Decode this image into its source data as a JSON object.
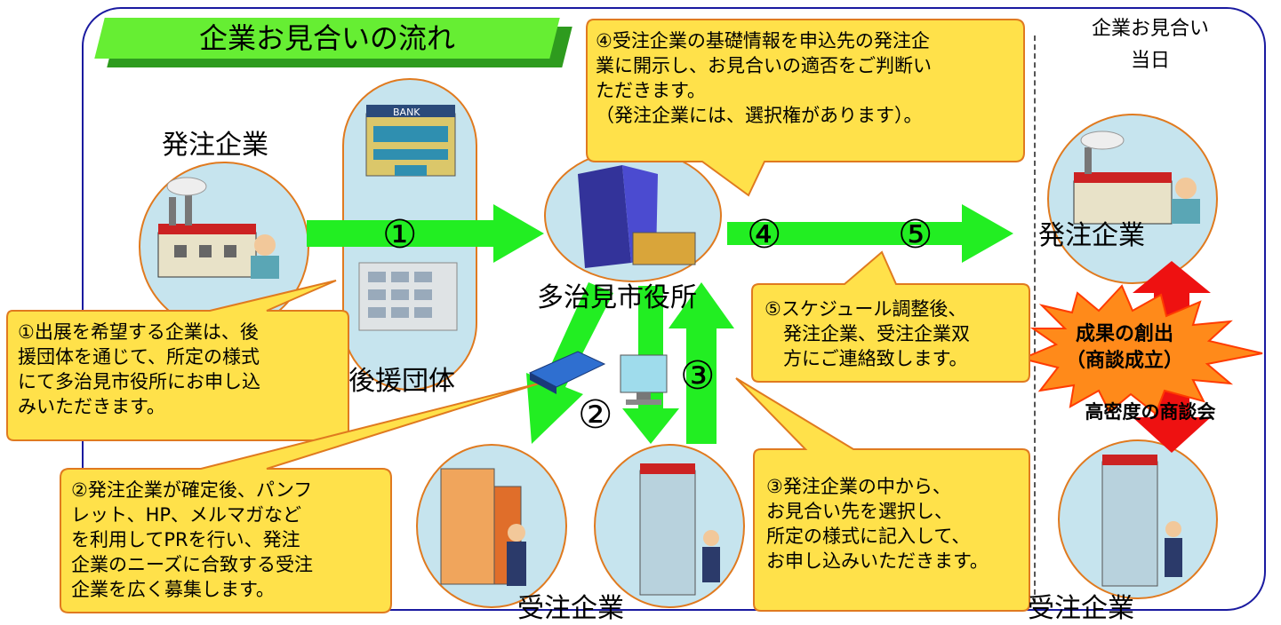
{
  "title": "企業お見合いの流れ",
  "labels": {
    "ordering_company": "発注企業",
    "supporting_orgs": "後援団体",
    "city_hall": "多治見市役所",
    "receiving_company": "受注企業",
    "meeting_day_line1": "企業お見合い",
    "meeting_day_line2": "当日",
    "right_ordering_company": "発注企業",
    "right_receiving_company": "受注企業",
    "high_density_meeting": "高密度の商談会",
    "bank_sign": "BANK"
  },
  "step_numbers": [
    "①",
    "②",
    "③",
    "④",
    "⑤"
  ],
  "callouts": {
    "step1": "①出展を希望する企業は、後\n援団体を通じて、所定の様式\nにて多治見市役所にお申し込\nみいただきます。",
    "step2": "②発注企業が確定後、パンフ\nレット、HP、メルマガなど\nを利用してPRを行い、発注\n企業のニーズに合致する受注\n企業を広く募集します。",
    "step3": "③発注企業の中から、\nお見合い先を選択し、\n所定の様式に記入して、\nお申し込みいただきます。",
    "step4": "④受注企業の基礎情報を申込先の発注企\n業に開示し、お見合いの適否をご判断い\nただきます。\n（発注企業には、選択権があります）。",
    "step5": "⑤スケジュール調整後、\n　発注企業、受注企業双\n　方にご連絡致します。"
  },
  "result": "成果の創出\n（商談成立）",
  "colors": {
    "arrow_green": "#22ee22",
    "callout_fill": "#ffe14a",
    "callout_border": "#e07a1f",
    "circle_fill": "#c6e4ee",
    "frame_border": "#1a1aa0",
    "burst_orange": "#ff8a1a",
    "red_arrow": "#ee1111"
  },
  "icons": [
    "factory-icon",
    "bank-icon",
    "office-building-icon",
    "city-hall-building-icon",
    "book-icon",
    "computer-monitor-icon",
    "office-tower-icon",
    "burst-icon"
  ]
}
